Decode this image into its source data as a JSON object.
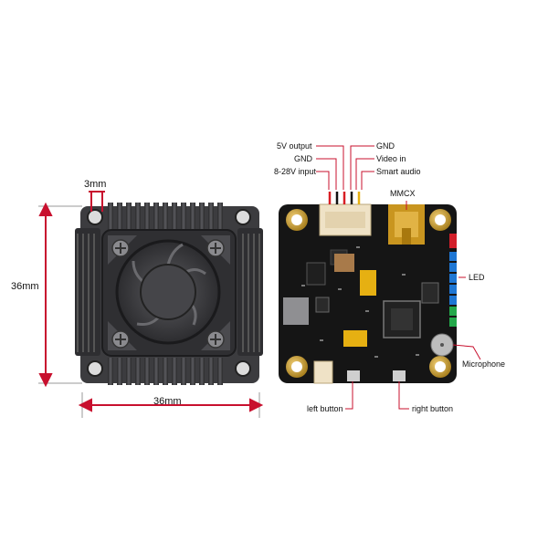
{
  "dimensions": {
    "thickness": "3mm",
    "height": "36mm",
    "width": "36mm"
  },
  "pin_labels": {
    "five_v_output": "5V output",
    "gnd_left": "GND",
    "input_8_28v": "8-28V input",
    "gnd_right": "GND",
    "video_in": "Video in",
    "smart_audio": "Smart audio"
  },
  "component_labels": {
    "mmcx": "MMCX",
    "led": "LED",
    "microphone": "Microphone",
    "left_button": "left button",
    "right_button": "right button"
  },
  "colors": {
    "dimension_line": "#c8102e",
    "heatsink": "#3a3a3d",
    "pcb": "#141414",
    "gold": "#c9a032",
    "callout": "#c8102e"
  }
}
